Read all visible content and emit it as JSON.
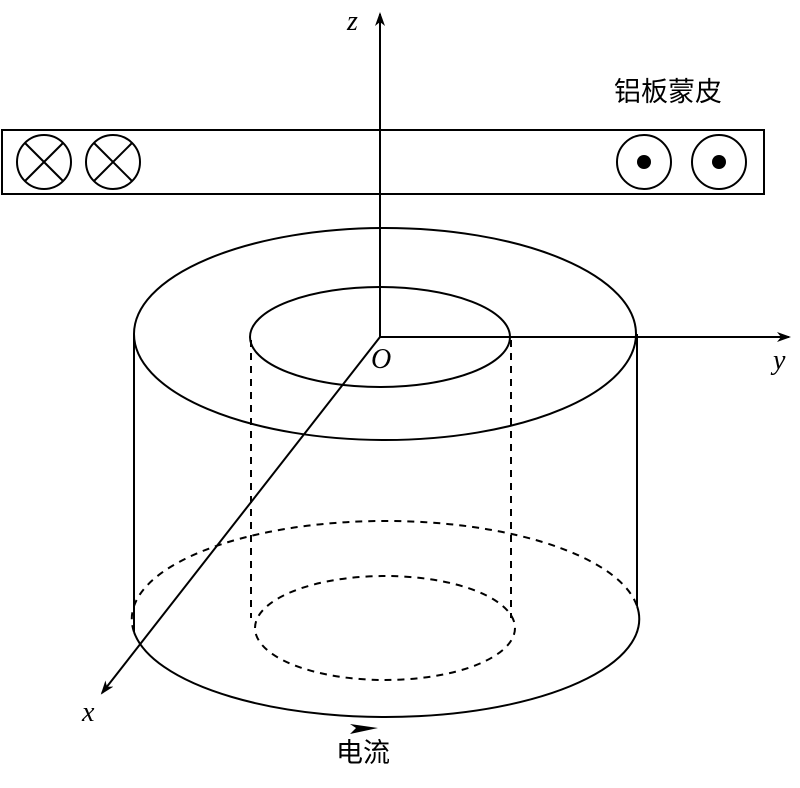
{
  "labels": {
    "plate": "铝板蒙皮",
    "current": "电流",
    "origin": "O",
    "axis_x": "x",
    "axis_y": "y",
    "axis_z": "z"
  },
  "plate_markers": {
    "into_page_count": 2,
    "out_of_page_count": 2
  },
  "colors": {
    "stroke": "#000000",
    "background": "#ffffff"
  }
}
